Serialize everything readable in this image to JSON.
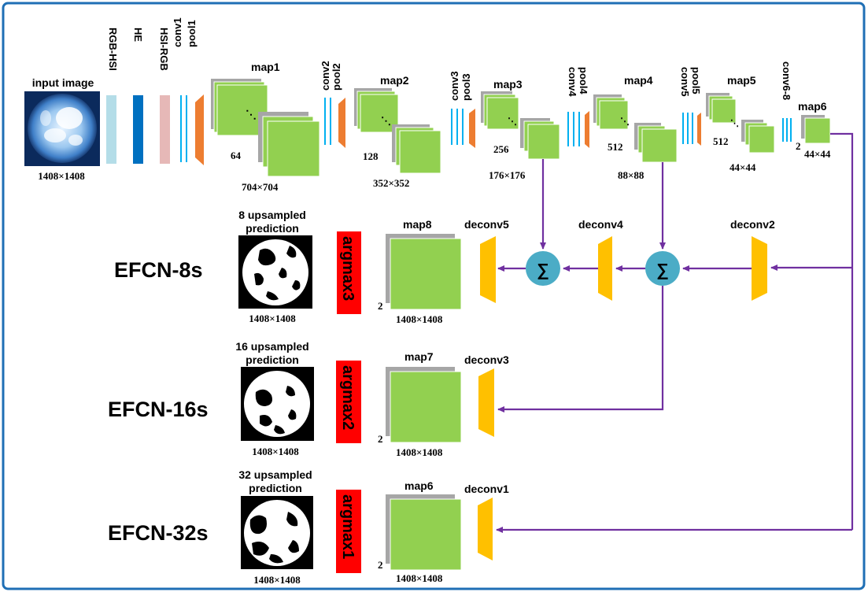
{
  "colors": {
    "frame": "#1f6fb5",
    "map_fill": "#92d050",
    "map_shadow": "#a6a6a6",
    "deconv": "#ffc000",
    "sum_node": "#4bacc6",
    "arrow": "#7030a0",
    "argmax_bg": "#ff0000",
    "conv_line": "#00b0f0",
    "pool": "#ed7d31",
    "rgb_hsi": "#b4dde8",
    "he": "#0070c0",
    "hsi_rgb": "#e6b8b7"
  },
  "top": {
    "input_label": "input image",
    "input_size": "1408×1408",
    "rgb_hsi": "RGB-HSI",
    "he": "HE",
    "hsi_rgb": "HSI-RGB",
    "conv1": "conv1",
    "pool1": "pool1",
    "map1": "map1",
    "map1_channels": "64",
    "map1_size": "704×704",
    "conv2": "conv2",
    "pool2": "pool2",
    "map2": "map2",
    "map2_channels": "128",
    "map2_size": "352×352",
    "conv3": "conv3",
    "pool3": "pool3",
    "map3": "map3",
    "map3_channels": "256",
    "map3_size": "176×176",
    "conv4": "conv4",
    "pool4": "pool4",
    "map4": "map4",
    "map4_channels": "512",
    "map4_size": "88×88",
    "conv5": "conv5",
    "pool5": "pool5",
    "map5": "map5",
    "map5_channels": "512",
    "map5_size": "44×44",
    "conv6_8": "conv6-8",
    "map6": "map6",
    "map6_channels": "2",
    "map6_size": "44×44"
  },
  "rows": [
    {
      "name": "EFCN-8s",
      "pred_label_1": "8 upsampled",
      "pred_label_2": "prediction",
      "pred_size": "1408×1408",
      "argmax": "argmax3",
      "map": "map8",
      "map_channels": "2",
      "map_size": "1408×1408",
      "deconv": "deconv5"
    },
    {
      "name": "EFCN-16s",
      "pred_label_1": "16 upsampled",
      "pred_label_2": "prediction",
      "pred_size": "1408×1408",
      "argmax": "argmax2",
      "map": "map7",
      "map_channels": "2",
      "map_size": "1408×1408",
      "deconv": "deconv3"
    },
    {
      "name": "EFCN-32s",
      "pred_label_1": "32 upsampled",
      "pred_label_2": "prediction",
      "pred_size": "1408×1408",
      "argmax": "argmax1",
      "map": "map6",
      "map_channels": "2",
      "map_size": "1408×1408",
      "deconv": "deconv1"
    }
  ],
  "fusion": {
    "deconv4": "deconv4",
    "deconv2": "deconv2",
    "sum_symbol": "∑"
  }
}
